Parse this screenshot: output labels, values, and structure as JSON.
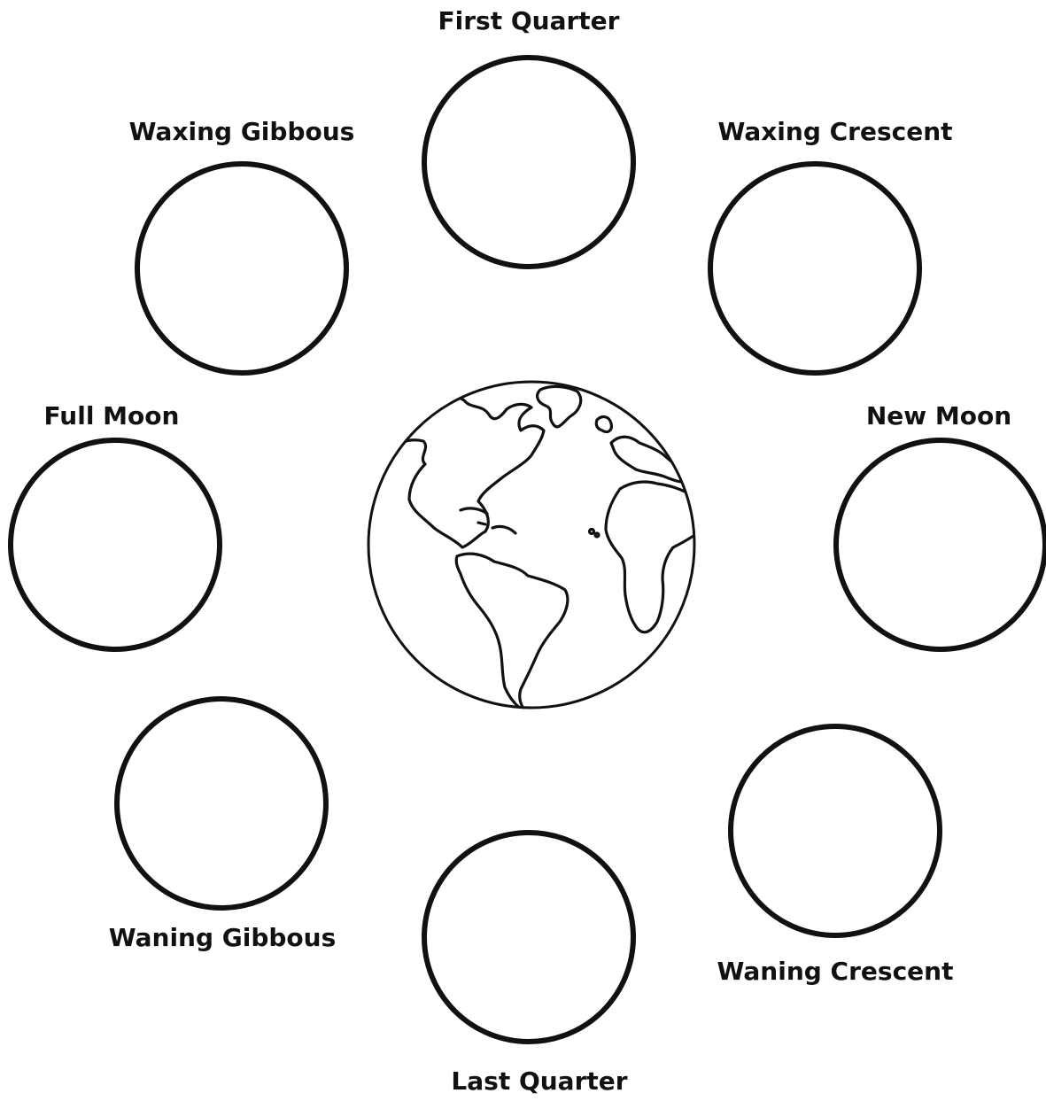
{
  "diagram": {
    "phases": [
      {
        "id": "first-quarter",
        "label": "First Quarter"
      },
      {
        "id": "waxing-crescent",
        "label": "Waxing Crescent"
      },
      {
        "id": "new-moon",
        "label": "New Moon"
      },
      {
        "id": "waning-crescent",
        "label": "Waning Crescent"
      },
      {
        "id": "last-quarter",
        "label": "Last Quarter"
      },
      {
        "id": "waning-gibbous",
        "label": "Waning Gibbous"
      },
      {
        "id": "full-moon",
        "label": "Full Moon"
      },
      {
        "id": "waxing-gibbous",
        "label": "Waxing Gibbous"
      }
    ],
    "center_icon": "earth-globe-icon",
    "stroke_color": "#111111",
    "background_color": "#ffffff"
  }
}
